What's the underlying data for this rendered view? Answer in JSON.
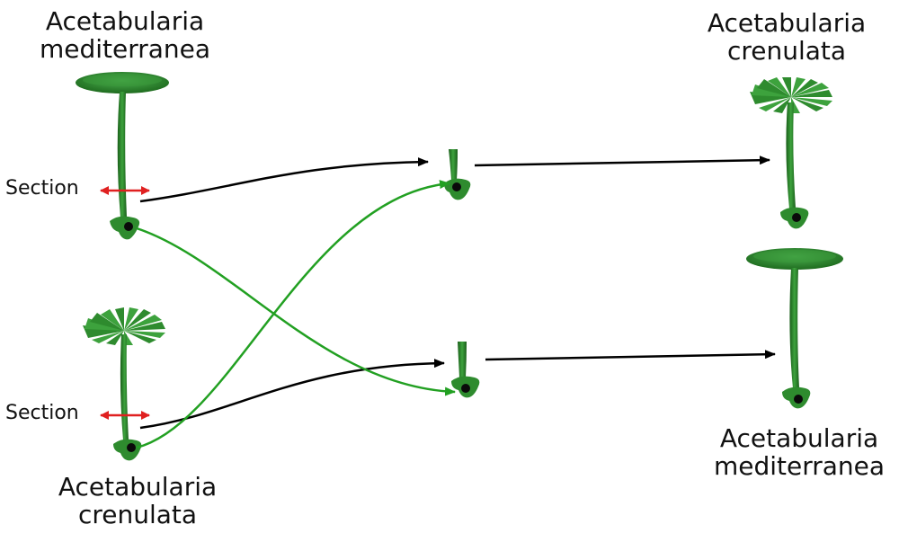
{
  "labels": {
    "top_left": {
      "line1": "Acetabularia",
      "line2": "mediterranea"
    },
    "top_right": {
      "line1": "Acetabularia",
      "line2": "crenulata"
    },
    "bottom_left": {
      "line1": "Acetabularia",
      "line2": "crenulata"
    },
    "bottom_right": {
      "line1": "Acetabularia",
      "line2": "mediterranea"
    },
    "section_top": "Section",
    "section_bottom": "Section"
  },
  "colors": {
    "plant_dark": "#1e6b1e",
    "plant_mid": "#2e8b2e",
    "plant_light": "#4caf50",
    "nucleus": "#0a0a0a",
    "arrow_black": "#000000",
    "arrow_green": "#22a022",
    "section_arrow": "#e02020"
  },
  "icons": {
    "cap_smooth": "umbrella-cap-mediterranea",
    "cap_lobed": "lobed-cap-crenulata",
    "rhizoid": "rhizoid-base-with-nucleus"
  }
}
